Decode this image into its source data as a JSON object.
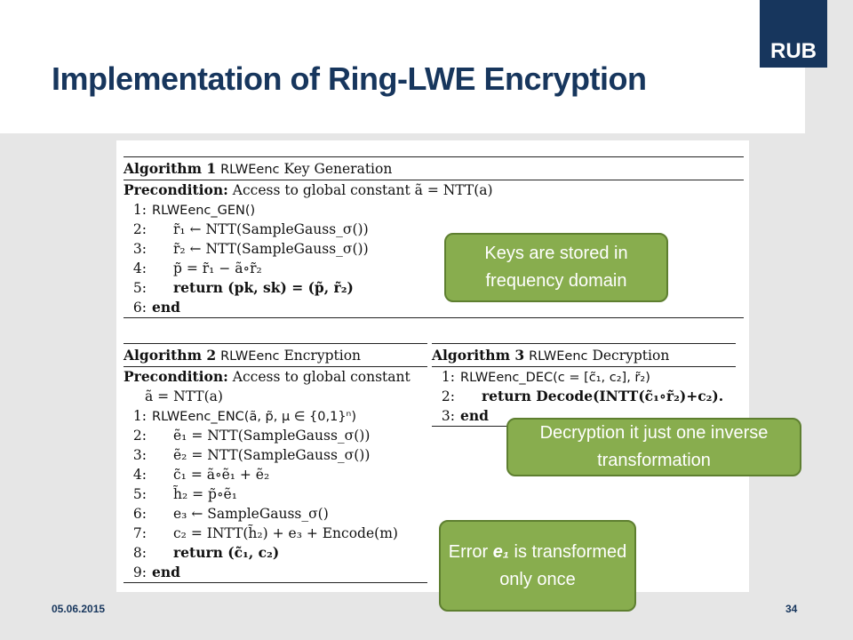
{
  "header": {
    "title": "Implementation of Ring-LWE Encryption",
    "logo_text": "RUB"
  },
  "algo1": {
    "head_label": "Algorithm 1",
    "head_name": "RLWEenc",
    "head_title": "Key Generation",
    "precondition_label": "Precondition:",
    "precondition_text": "Access to global constant ã = NTT(a)",
    "lines": [
      {
        "n": "1:",
        "t": "RLWEenc_GEN()"
      },
      {
        "n": "2:",
        "t": "r̃₁ ← NTT(SampleGauss_σ())"
      },
      {
        "n": "3:",
        "t": "r̃₂ ← NTT(SampleGauss_σ())"
      },
      {
        "n": "4:",
        "t": "p̃ = r̃₁ − ã∘r̃₂"
      },
      {
        "n": "5:",
        "t": "return  (pk, sk) = (p̃, r̃₂)"
      },
      {
        "n": "6:",
        "t": "end"
      }
    ]
  },
  "algo2": {
    "head_label": "Algorithm 2",
    "head_name": "RLWEenc",
    "head_title": "Encryption",
    "precondition_label": "Precondition:",
    "precondition_text": "Access to global constant",
    "precondition_text2": "ã = NTT(a)",
    "lines": [
      {
        "n": "1:",
        "t": "RLWEenc_ENC(ã, p̃, μ ∈ {0,1}ⁿ)"
      },
      {
        "n": "2:",
        "t": "ẽ₁ = NTT(SampleGauss_σ())"
      },
      {
        "n": "3:",
        "t": "ẽ₂ = NTT(SampleGauss_σ())"
      },
      {
        "n": "4:",
        "t": "c̃₁ = ã∘ẽ₁ + ẽ₂"
      },
      {
        "n": "5:",
        "t": "h̃₂ = p̃∘ẽ₁"
      },
      {
        "n": "6:",
        "t": "e₃ ← SampleGauss_σ()"
      },
      {
        "n": "7:",
        "t": "c₂ = INTT(h̃₂) + e₃ + Encode(m)"
      },
      {
        "n": "8:",
        "t": "return  (c̃₁, c₂)"
      },
      {
        "n": "9:",
        "t": "end"
      }
    ]
  },
  "algo3": {
    "head_label": "Algorithm 3",
    "head_name": "RLWEenc",
    "head_title": "Decryption",
    "lines": [
      {
        "n": "1:",
        "t": "RLWEenc_DEC(c = [c̃₁, c₂], r̃₂)"
      },
      {
        "n": "2:",
        "t": "return  Decode(INTT(c̃₁∘r̃₂)+c₂)."
      },
      {
        "n": "3:",
        "t": "end"
      }
    ]
  },
  "callouts": {
    "keys": "Keys are stored in frequency domain",
    "decryption": "Decryption it just one inverse transformation",
    "error_pre": "Error",
    "error_var": "e₁",
    "error_post": "is transformed only once"
  },
  "footer": {
    "date": "05.06.2015",
    "page": "34"
  },
  "colors": {
    "title": "#17365d",
    "logo_bg": "#17365d",
    "callout_bg": "#88ad4e",
    "callout_border": "#5e7f30"
  }
}
